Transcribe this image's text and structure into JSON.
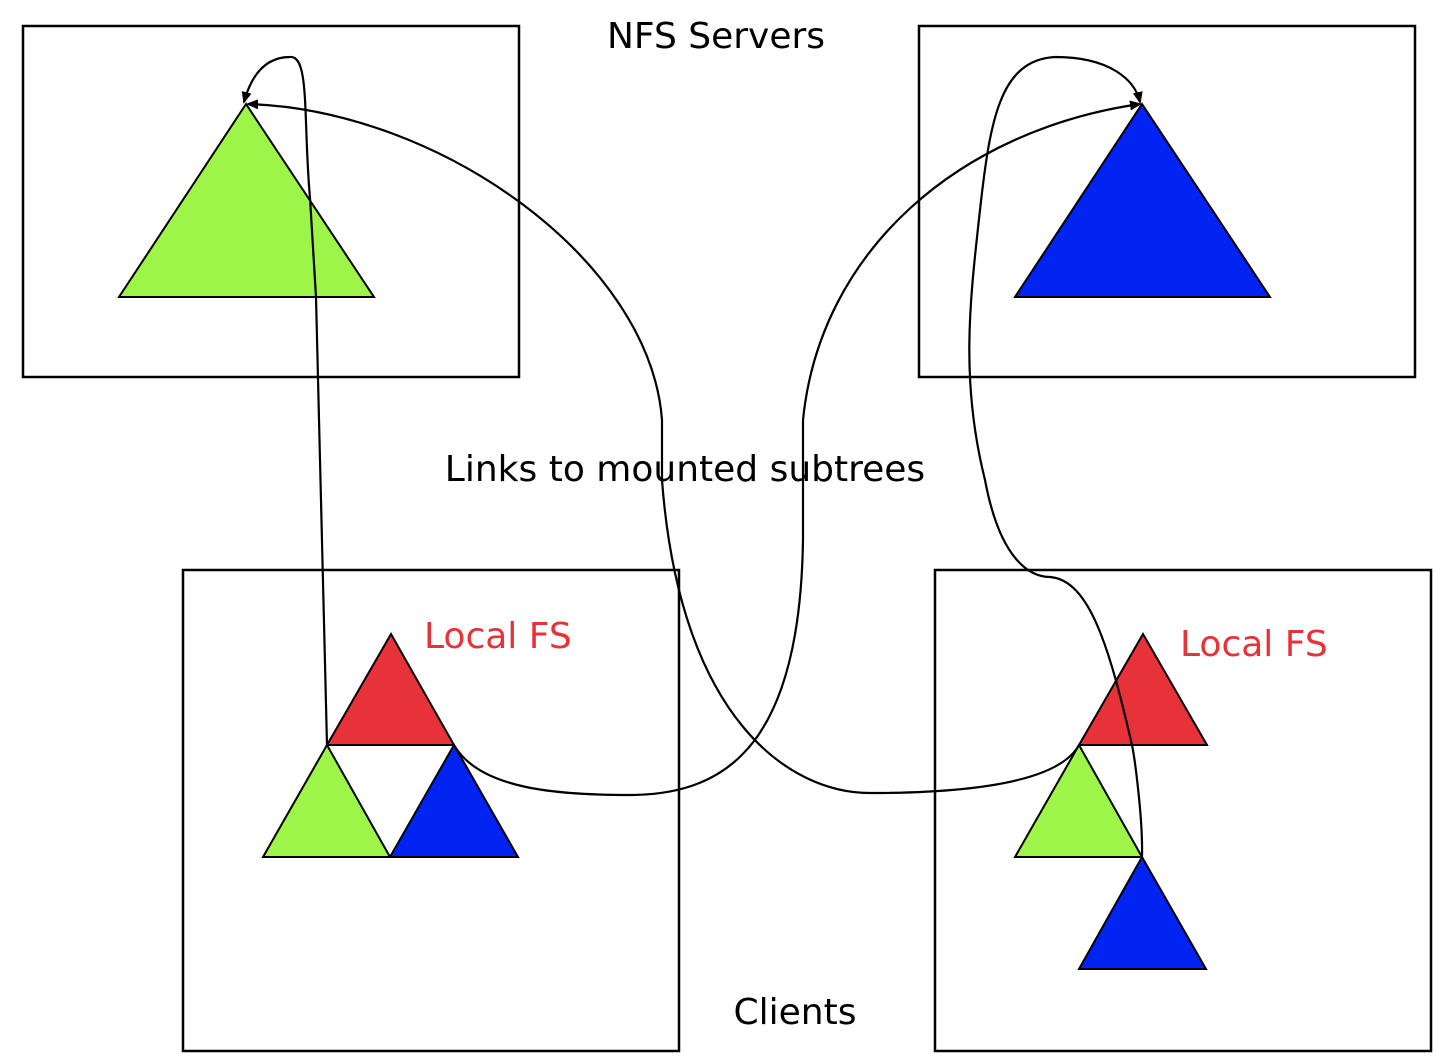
{
  "labels": {
    "servers": "NFS Servers",
    "links": "Links to mounted subtrees",
    "clients": "Clients",
    "left_local": "Local FS",
    "right_local": "Local FS"
  },
  "colors": {
    "green": "#9ef54a",
    "blue": "#0224f2",
    "red": "#e8323a",
    "local_fs_text": "#e8323a",
    "text": "#000000"
  }
}
